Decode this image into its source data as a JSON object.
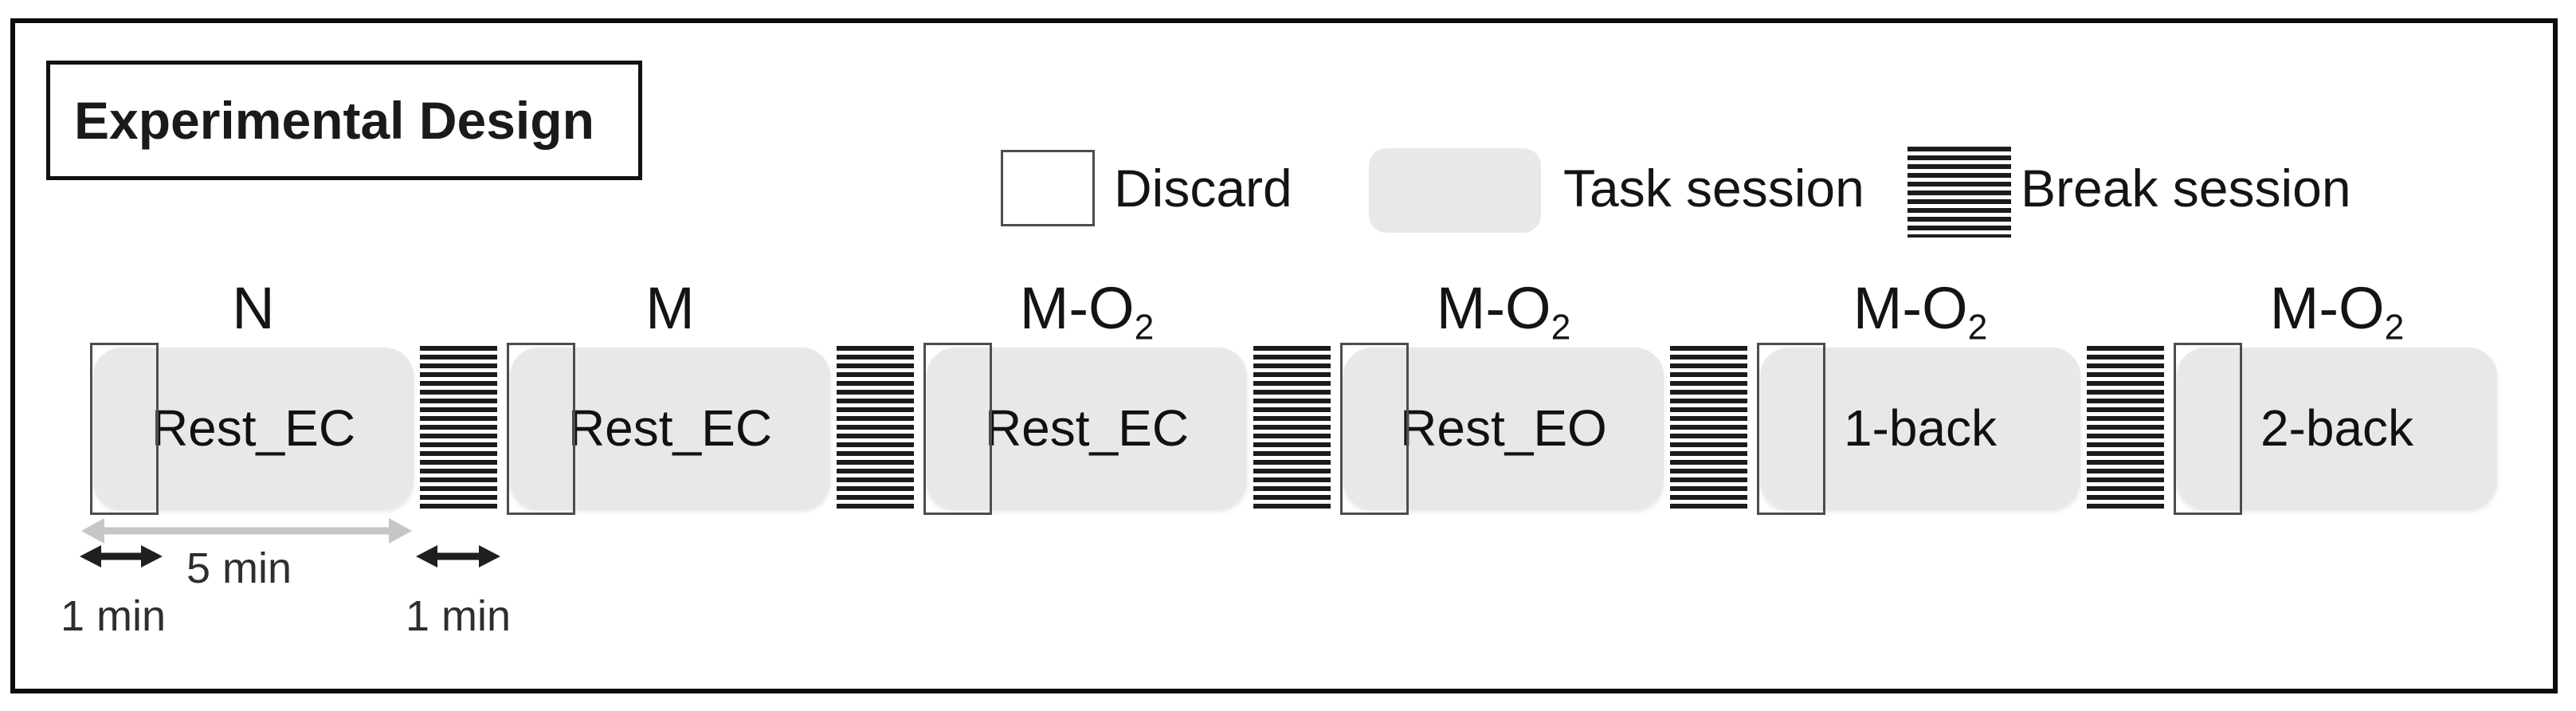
{
  "figure": {
    "title": "Experimental Design"
  },
  "legend": {
    "items": [
      {
        "key": "discard",
        "label": "Discard"
      },
      {
        "key": "task",
        "label": "Task session"
      },
      {
        "key": "break",
        "label": "Break session"
      }
    ]
  },
  "timeline": {
    "sessions": [
      {
        "condition": "N",
        "condition_sub": "",
        "task": "Rest_EC"
      },
      {
        "condition": "M",
        "condition_sub": "",
        "task": "Rest_EC"
      },
      {
        "condition": "M-O",
        "condition_sub": "2",
        "task": "Rest_EC"
      },
      {
        "condition": "M-O",
        "condition_sub": "2",
        "task": "Rest_EO"
      },
      {
        "condition": "M-O",
        "condition_sub": "2",
        "task": "1-back"
      },
      {
        "condition": "M-O",
        "condition_sub": "2",
        "task": "2-back"
      }
    ],
    "durations": {
      "discard": "1 min",
      "task": "5 min",
      "break": "1 min"
    }
  },
  "colors": {
    "task_fill": "#e8e8e8",
    "stripe_black": "#1c1c1c",
    "discard_border": "#4d4d4d",
    "gray_arrow": "#c6c6c6",
    "black_arrow": "#1f1f1f",
    "frame_border": "#0d0d0d"
  }
}
